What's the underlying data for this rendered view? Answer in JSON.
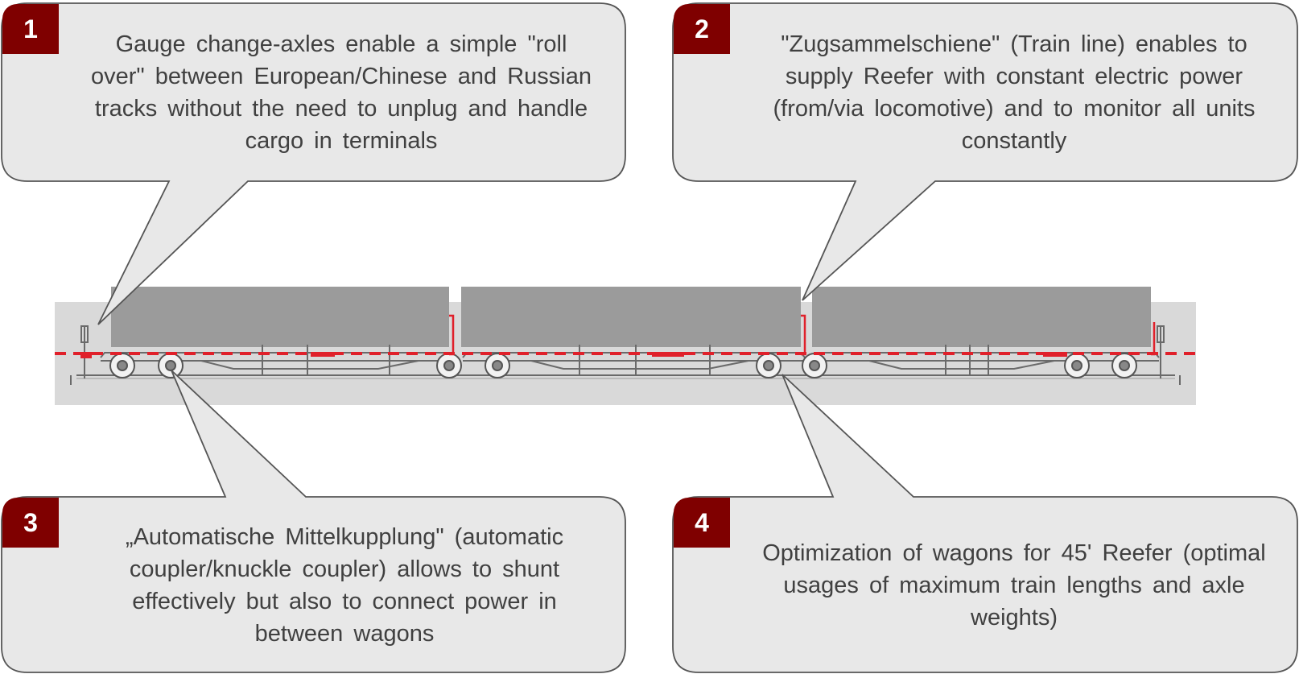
{
  "callouts": [
    {
      "number": "1",
      "text": "Gauge change-axles enable a simple \"roll over\" between European/Chinese and Russian tracks without the need to unplug and handle cargo in terminals"
    },
    {
      "number": "2",
      "text": "\"Zugsammelschiene\" (Train line) enables to supply Reefer with constant electric power (from/via locomotive) and to monitor all units constantly"
    },
    {
      "number": "3",
      "text": "„Automatische Mittelkupplung\" (automatic coupler/knuckle coupler) allows to shunt effectively but also to connect power in between wagons"
    },
    {
      "number": "4",
      "text": "Optimization of wagons for 45' Reefer (optimal usages of maximum train lengths and axle weights)"
    }
  ],
  "colors": {
    "badge": "#7f0000",
    "callout_fill": "#e8e8e8",
    "callout_stroke": "#555555",
    "container": "#9b9b9b",
    "train_line": "#e0202a",
    "photo_bg": "#d9d9d9"
  },
  "icons": [
    "train-wagon-illustration",
    "reefer-container-icon",
    "wheelset-icon",
    "coupler-icon"
  ]
}
